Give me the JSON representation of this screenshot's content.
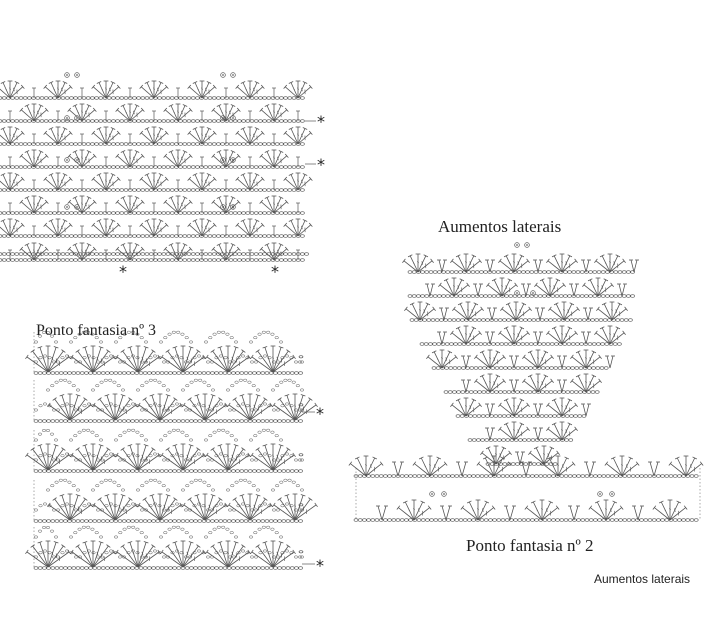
{
  "labels": {
    "pattern3_title": "Ponto fantasia nº 3",
    "side_increase_title": "Aumentos laterais",
    "pattern2_title": "Ponto fantasia nº 2",
    "caption": "Aumentos laterais"
  },
  "repeat_marker": "*",
  "colors": {
    "line": "#555555",
    "text": "#222222",
    "background": "#ffffff"
  }
}
